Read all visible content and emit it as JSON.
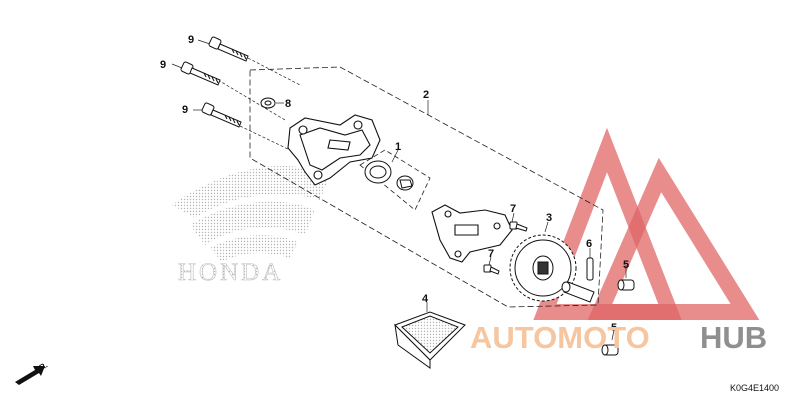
{
  "diagram": {
    "catalog_code": "K0G4E1400",
    "direction_label": "FR.",
    "callouts": [
      "9",
      "9",
      "9",
      "8",
      "2",
      "1",
      "7",
      "7",
      "3",
      "6",
      "5",
      "5",
      "4"
    ]
  },
  "branding": {
    "background_logo_text": "HONDA",
    "watermark_part1": "AUTOMOTO",
    "watermark_part2": "HUB",
    "watermark_color1": "#f5c6a0",
    "watermark_color2": "#8f8f8f",
    "triangle_color": "#e06565"
  }
}
